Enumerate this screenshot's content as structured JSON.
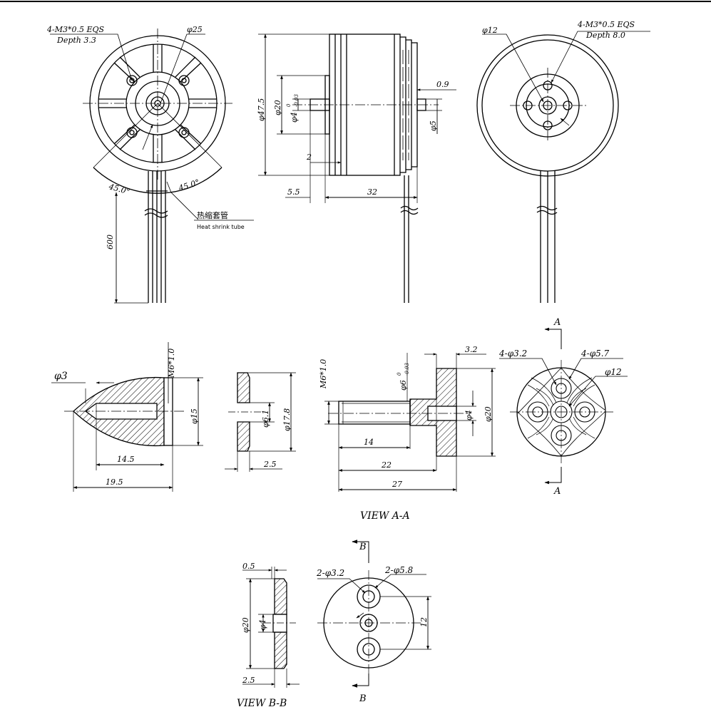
{
  "top_view_left": {
    "thread_note_line1": "4-M3*0.5 EQS",
    "thread_note_line2": "Depth 3.3",
    "bolt_circle_dia": "φ25",
    "angle_left": "45.0°",
    "angle_right": "45.0°",
    "lead_length": "600",
    "sleeve_label_cn": "热缩套管",
    "sleeve_label_en": "Heat shrink tube"
  },
  "side_view": {
    "outer_dia": "φ47.5",
    "stator_dia": "φ20",
    "shaft_dia": "φ4",
    "shaft_tol_upper": "0",
    "shaft_tol_lower": "-0.03",
    "rear_shaft_dia": "φ5",
    "rear_gap": "0.9",
    "base_gap": "2",
    "shaft_ext": "5.5",
    "body_length": "32"
  },
  "top_view_right": {
    "center_dia": "φ12",
    "thread_note_line1": "4-M3*0.5 EQS",
    "thread_note_line2": "Depth 8.0"
  },
  "spinner_nut": {
    "tip_dia": "φ3",
    "thread": "M6*1.0",
    "base_dia": "φ15",
    "bore_depth": "14.5",
    "total_length": "19.5"
  },
  "washer": {
    "inner_dia": "φ6.1",
    "outer_dia": "φ17.8",
    "thickness": "2.5"
  },
  "prop_adapter": {
    "thread": "M6*1.0",
    "stud_dia": "φ6",
    "stud_tol_upper": "0",
    "stud_tol_lower": "-0.03",
    "flange_thickness": "3.2",
    "bore_dia": "φ4",
    "flange_dia": "φ20",
    "thread_length": "14",
    "length_22": "22",
    "length_27": "27"
  },
  "view_aa": {
    "section_letter": "A",
    "holes_small": "4-φ3.2",
    "holes_large": "4-φ5.7",
    "center_dia": "φ12",
    "title": "VIEW A-A"
  },
  "view_bb": {
    "section_letter": "B",
    "thickness_top": "0.5",
    "outer_dia": "φ20",
    "bore_dia": "φ4",
    "thickness_bottom": "2.5",
    "holes_small": "2-φ3.2",
    "holes_large": "2-φ5.8",
    "hole_spacing": "12",
    "title": "VIEW B-B"
  }
}
